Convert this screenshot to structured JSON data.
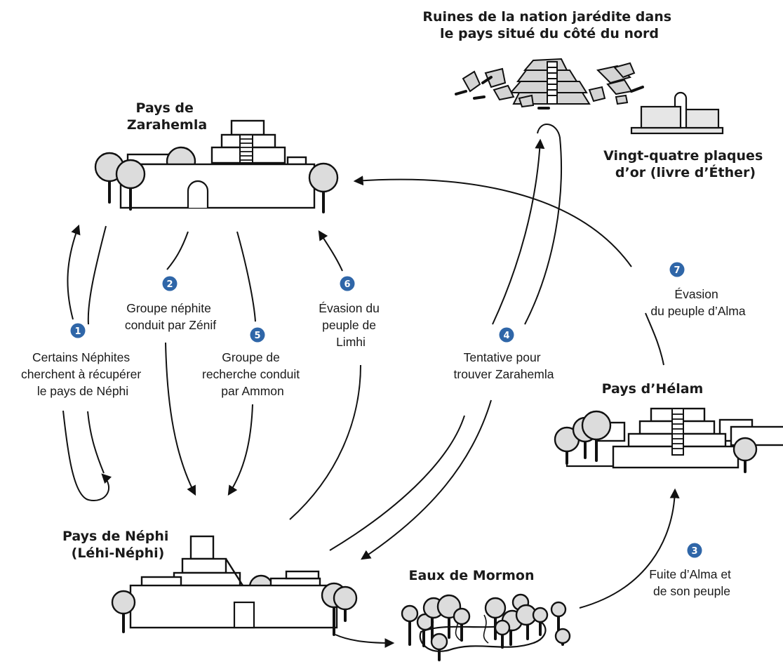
{
  "places": {
    "jaredite_ruins": [
      "Ruines de la nation jarédite dans",
      "le pays situé du côté du nord"
    ],
    "zarahemla": [
      "Pays de",
      "Zarahemla"
    ],
    "plates": [
      "Vingt-quatre plaques",
      "d’or (livre d’Éther)"
    ],
    "helam": [
      "Pays d’Hélam"
    ],
    "nephi": [
      "Pays de Néphi",
      "(Léhi-Néphi)"
    ],
    "mormon": [
      "Eaux de Mormon"
    ]
  },
  "steps": [
    {
      "num": "1",
      "lines": [
        "Certains Néphites",
        "cherchent à récupérer",
        "le pays de Néphi"
      ]
    },
    {
      "num": "2",
      "lines": [
        "Groupe néphite",
        "conduit par Zénif"
      ]
    },
    {
      "num": "3",
      "lines": [
        "Fuite d’Alma et",
        "de son peuple"
      ]
    },
    {
      "num": "4",
      "lines": [
        "Tentative pour",
        "trouver Zarahemla"
      ]
    },
    {
      "num": "5",
      "lines": [
        "Groupe de",
        "recherche conduit",
        "par Ammon"
      ]
    },
    {
      "num": "6",
      "lines": [
        "Évasion du",
        "peuple de",
        "Limhi"
      ]
    },
    {
      "num": "7",
      "lines": [
        "Évasion",
        "du peuple d’Alma"
      ]
    }
  ],
  "colors": {
    "badge": "#2f66a8",
    "line": "#111111",
    "tree_fill": "#dcdcdc"
  }
}
